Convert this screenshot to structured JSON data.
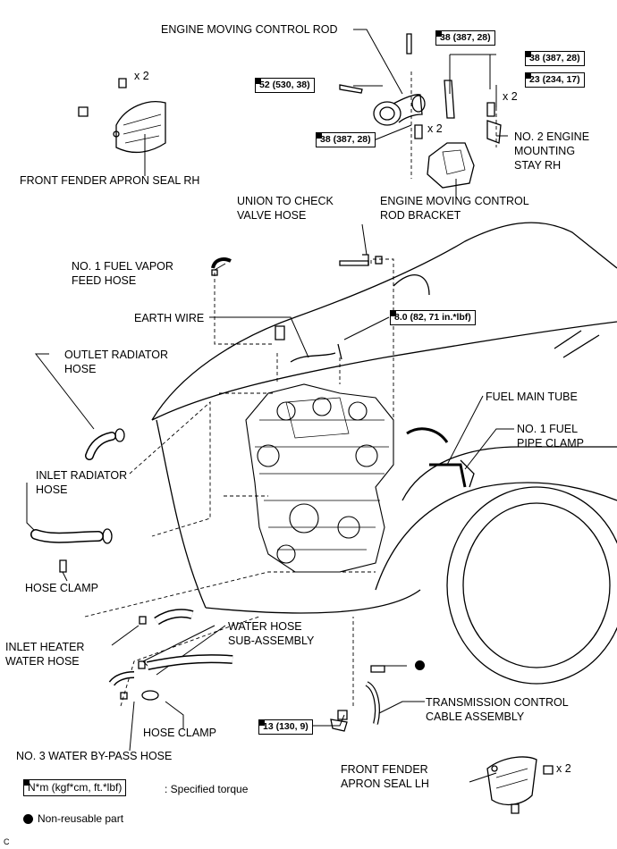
{
  "labels": {
    "engine_moving_control_rod": "ENGINE MOVING CONTROL ROD",
    "front_fender_apron_seal_rh": "FRONT FENDER APRON SEAL RH",
    "no2_engine_mounting_stay_rh": [
      "NO. 2 ENGINE",
      "MOUNTING",
      "STAY RH"
    ],
    "engine_moving_control_rod_bracket": [
      "ENGINE MOVING CONTROL",
      "ROD BRACKET"
    ],
    "union_to_check_valve_hose": [
      "UNION TO CHECK",
      "VALVE HOSE"
    ],
    "no1_fuel_vapor_feed_hose": [
      "NO. 1 FUEL VAPOR",
      "FEED HOSE"
    ],
    "earth_wire": "EARTH WIRE",
    "outlet_radiator_hose": [
      "OUTLET RADIATOR",
      "HOSE"
    ],
    "fuel_main_tube": "FUEL MAIN TUBE",
    "no1_fuel_pipe_clamp": [
      "NO. 1 FUEL",
      "PIPE CLAMP"
    ],
    "inlet_radiator_hose": [
      "INLET RADIATOR",
      "HOSE"
    ],
    "hose_clamp_upper": "HOSE CLAMP",
    "water_hose_sub_assembly": [
      "WATER HOSE",
      "SUB-ASSEMBLY"
    ],
    "inlet_heater_water_hose": [
      "INLET HEATER",
      "WATER HOSE"
    ],
    "transmission_control_cable_assembly": [
      "TRANSMISSION CONTROL",
      "CABLE ASSEMBLY"
    ],
    "hose_clamp_lower": "HOSE CLAMP",
    "no3_water_bypass_hose": "NO. 3 WATER BY-PASS HOSE",
    "front_fender_apron_seal_lh": [
      "FRONT FENDER",
      "APRON SEAL LH"
    ]
  },
  "torques": {
    "t_38_a": "38 (387, 28)",
    "t_38_b": "38 (387, 28)",
    "t_52": "52 (530, 38)",
    "t_23": "23 (234, 17)",
    "t_38_c": "38 (387, 28)",
    "t_8": "8.0 (82, 71 in.*lbf)",
    "t_13": "13 (130, 9)"
  },
  "counts": {
    "x2_seal_rh": "x 2",
    "x2_stay": "x 2",
    "x2_bracket": "x 2",
    "x2_seal_lh": "x 2"
  },
  "legend": {
    "torque_box": "N*m (kgf*cm, ft.*lbf)",
    "torque_desc": ": Specified torque",
    "nonreusable": "Non-reusable part",
    "footer_code": "C"
  },
  "icons": [
    "torque-spec-icon",
    "non-reusable-dot-icon"
  ]
}
